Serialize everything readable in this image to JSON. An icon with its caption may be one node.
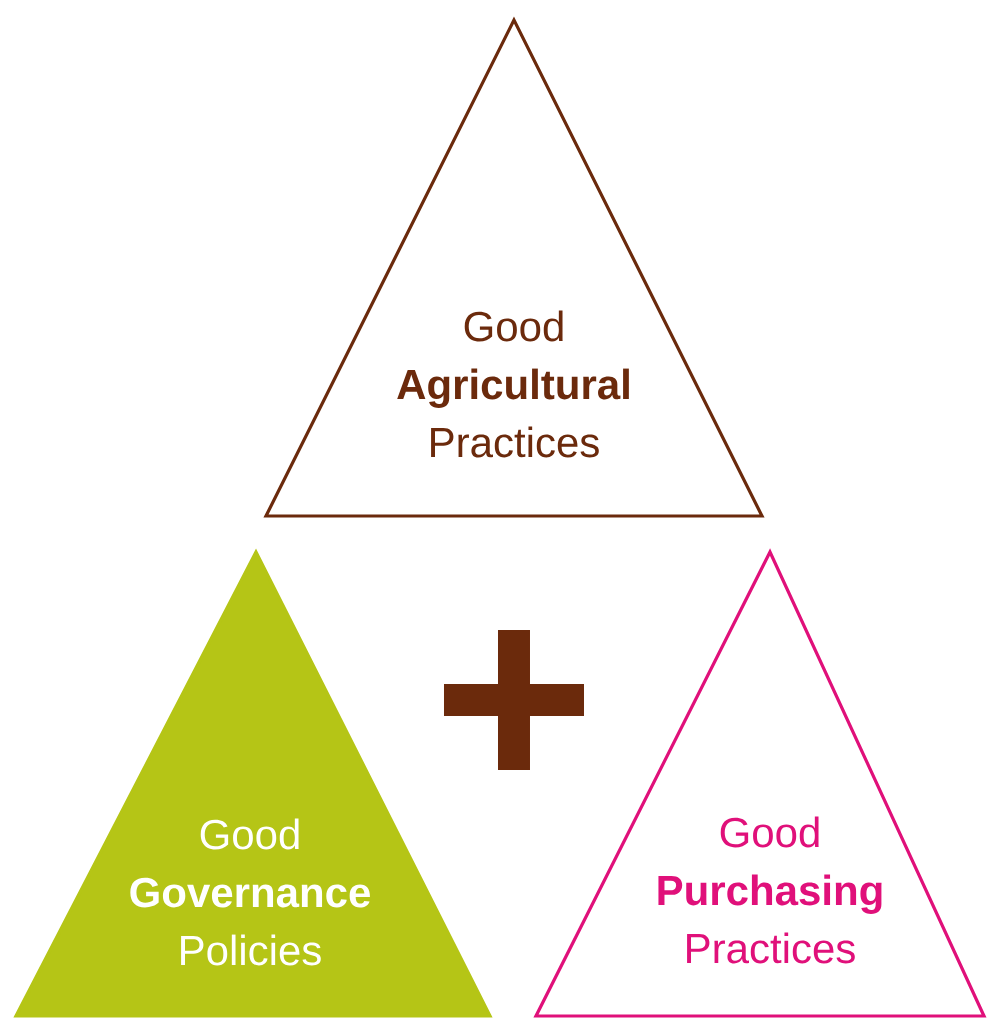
{
  "diagram": {
    "nodes": [
      {
        "text": [
          "Good **Agricultural** Practices"
        ]
      },
      {
        "text": [
          "Good **Governance** Policies"
        ]
      },
      {
        "text": [
          "Good **Purchasing** Practices"
        ]
      }
    ]
  }
}
